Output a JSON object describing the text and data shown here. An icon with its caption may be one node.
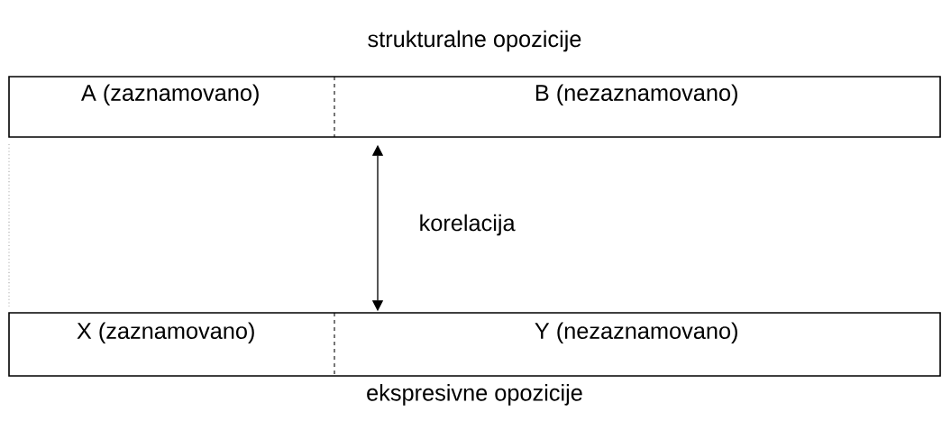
{
  "diagram": {
    "nodes": [
      {
        "text": [
          "strukturalne opozicije"
        ]
      },
      {
        "text": [
          "A (zaznamovano)"
        ],
        "in": 0
      },
      {
        "text": [
          "B (nezaznamovano)"
        ],
        "in": 0
      },
      {
        "text": [
          "ekspresivne opozicije"
        ]
      },
      {
        "text": [
          "X (zaznamovano)"
        ],
        "in": 3
      },
      {
        "text": [
          "Y (nezaznamovano)"
        ],
        "in": 3
      }
    ],
    "edges": [
      {
        "from": 0,
        "to": 3,
        "arrow": "both",
        "label": "korelacija"
      }
    ]
  }
}
